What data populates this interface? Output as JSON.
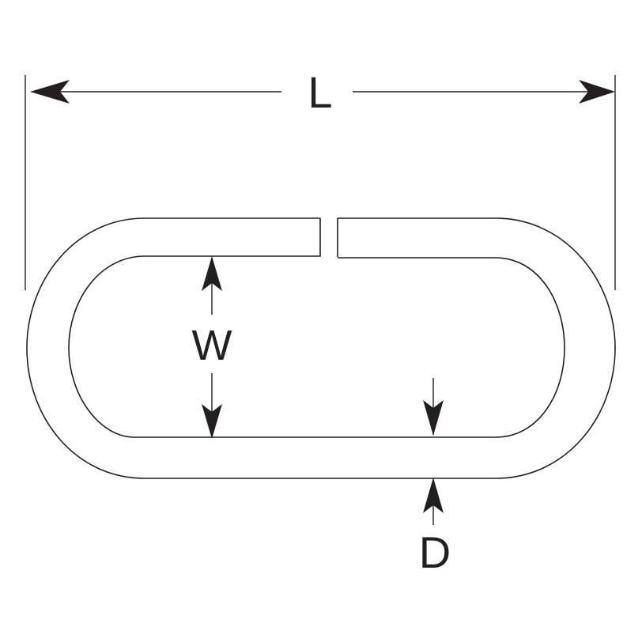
{
  "diagram": {
    "dimensions": {
      "length_label": "L",
      "width_label": "W",
      "diameter_label": "D"
    },
    "colors": {
      "line": "#231f20",
      "background": "#ffffff"
    }
  }
}
